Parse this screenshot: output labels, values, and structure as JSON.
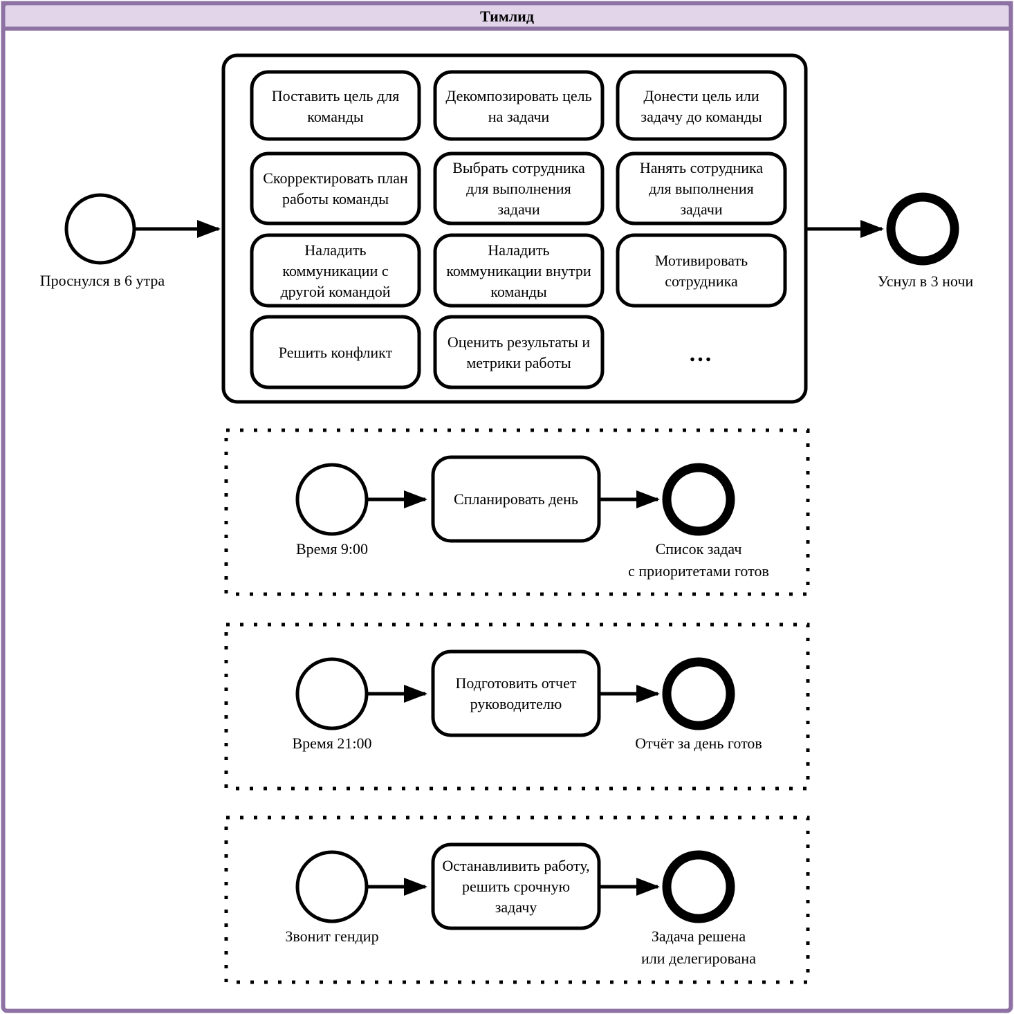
{
  "header": {
    "title": "Тимлид"
  },
  "colors": {
    "accent_border": "#8e72a4",
    "header_fill": "#e2d5ea",
    "diagram_stroke": "#000000",
    "background": "#ffffff"
  },
  "main_flow": {
    "start_label": "Проснулся в 6 утра",
    "end_label": "Уснул в 3 ночи",
    "ellipsis": "...",
    "tasks": [
      {
        "lines": [
          "Поставить цель для",
          "команды"
        ]
      },
      {
        "lines": [
          "Декомпозировать цель",
          "на задачи"
        ]
      },
      {
        "lines": [
          "Донести цель или",
          "задачу до команды"
        ]
      },
      {
        "lines": [
          "Скорректировать план",
          "работы команды"
        ]
      },
      {
        "lines": [
          "Выбрать сотрудника",
          "для выполнения",
          "задачи"
        ]
      },
      {
        "lines": [
          "Нанять сотрудника",
          "для выполнения",
          "задачи"
        ]
      },
      {
        "lines": [
          "Наладить",
          "коммуникации с",
          "другой командой"
        ]
      },
      {
        "lines": [
          "Наладить",
          "коммуникации внутри",
          "команды"
        ]
      },
      {
        "lines": [
          "Мотивировать",
          "сотрудника"
        ]
      },
      {
        "lines": [
          "Решить конфликт"
        ]
      },
      {
        "lines": [
          "Оценить результаты и",
          "метрики работы"
        ]
      }
    ]
  },
  "subprocesses": [
    {
      "start_label": "Время 9:00",
      "task_lines": [
        "Спланировать день"
      ],
      "end_label_lines": [
        "Список задач",
        "с приоритетами готов"
      ]
    },
    {
      "start_label": "Время 21:00",
      "task_lines": [
        "Подготовить отчет",
        "руководителю"
      ],
      "end_label_lines": [
        "Отчёт за день готов"
      ]
    },
    {
      "start_label": "Звонит гендир",
      "task_lines": [
        "Останавливить работу,",
        "решить срочную",
        "задачу"
      ],
      "end_label_lines": [
        "Задача решена",
        "или делегирована"
      ]
    }
  ]
}
